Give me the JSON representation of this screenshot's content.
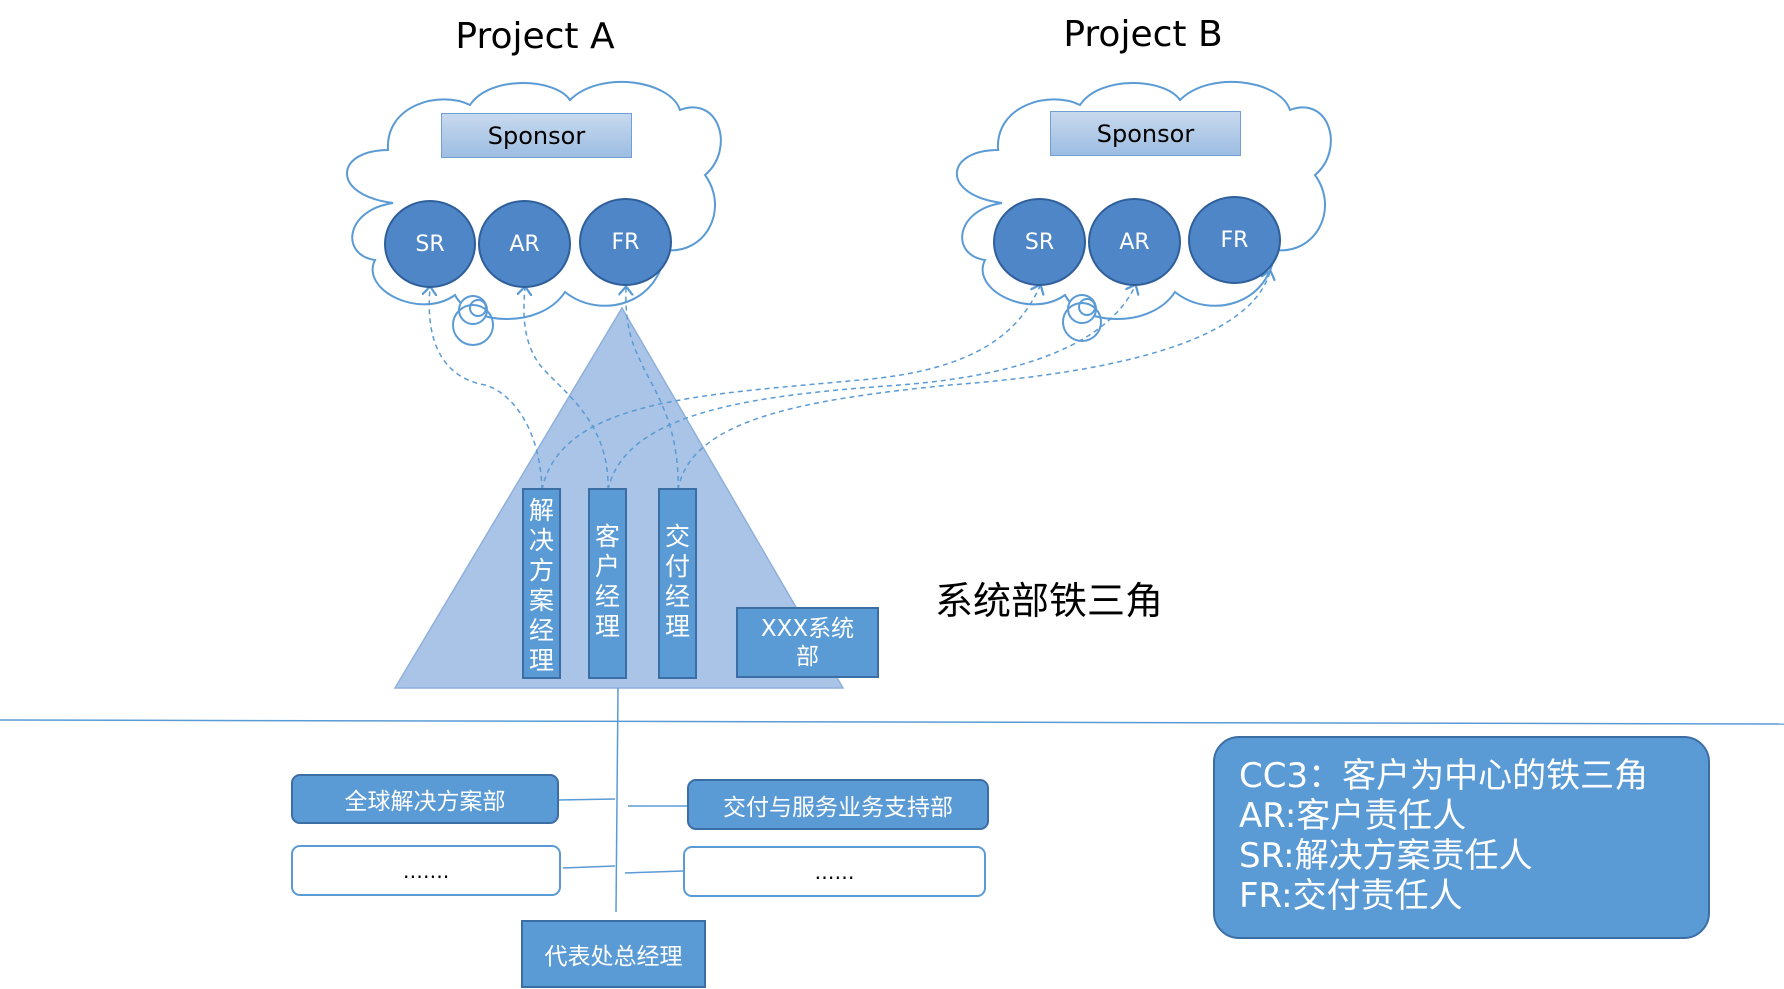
{
  "projects": [
    {
      "title": "Project A",
      "sponsor": "Sponsor",
      "roles": [
        "SR",
        "AR",
        "FR"
      ]
    },
    {
      "title": "Project B",
      "sponsor": "Sponsor",
      "roles": [
        "SR",
        "AR",
        "FR"
      ]
    }
  ],
  "triangle": {
    "label": "系统部铁三角",
    "columns": [
      {
        "chars": [
          "解",
          "决",
          "方",
          "案",
          "经",
          "理"
        ]
      },
      {
        "chars": [
          "客",
          "户",
          "经",
          "理"
        ]
      },
      {
        "chars": [
          "交",
          "付",
          "经",
          "理"
        ]
      }
    ],
    "department_box": {
      "line1": "XXX系统",
      "line2": "部"
    }
  },
  "org": {
    "left_boxes": [
      "全球解决方案部",
      "……."
    ],
    "right_boxes": [
      "交付与服务业务支持部",
      "……"
    ],
    "bottom_box": "代表处总经理"
  },
  "legend": {
    "lines": [
      "CC3：客户为中心的铁三角",
      "AR:客户责任人",
      "SR:解决方案责任人",
      "FR:交付责任人"
    ]
  },
  "colors": {
    "box_fill": "#5b9bd5",
    "circle_fill": "#4e86c7",
    "triangle_fill": "#a9c4e6",
    "cloud_stroke": "#5b9bd5",
    "divider": "#5b9bd5"
  }
}
